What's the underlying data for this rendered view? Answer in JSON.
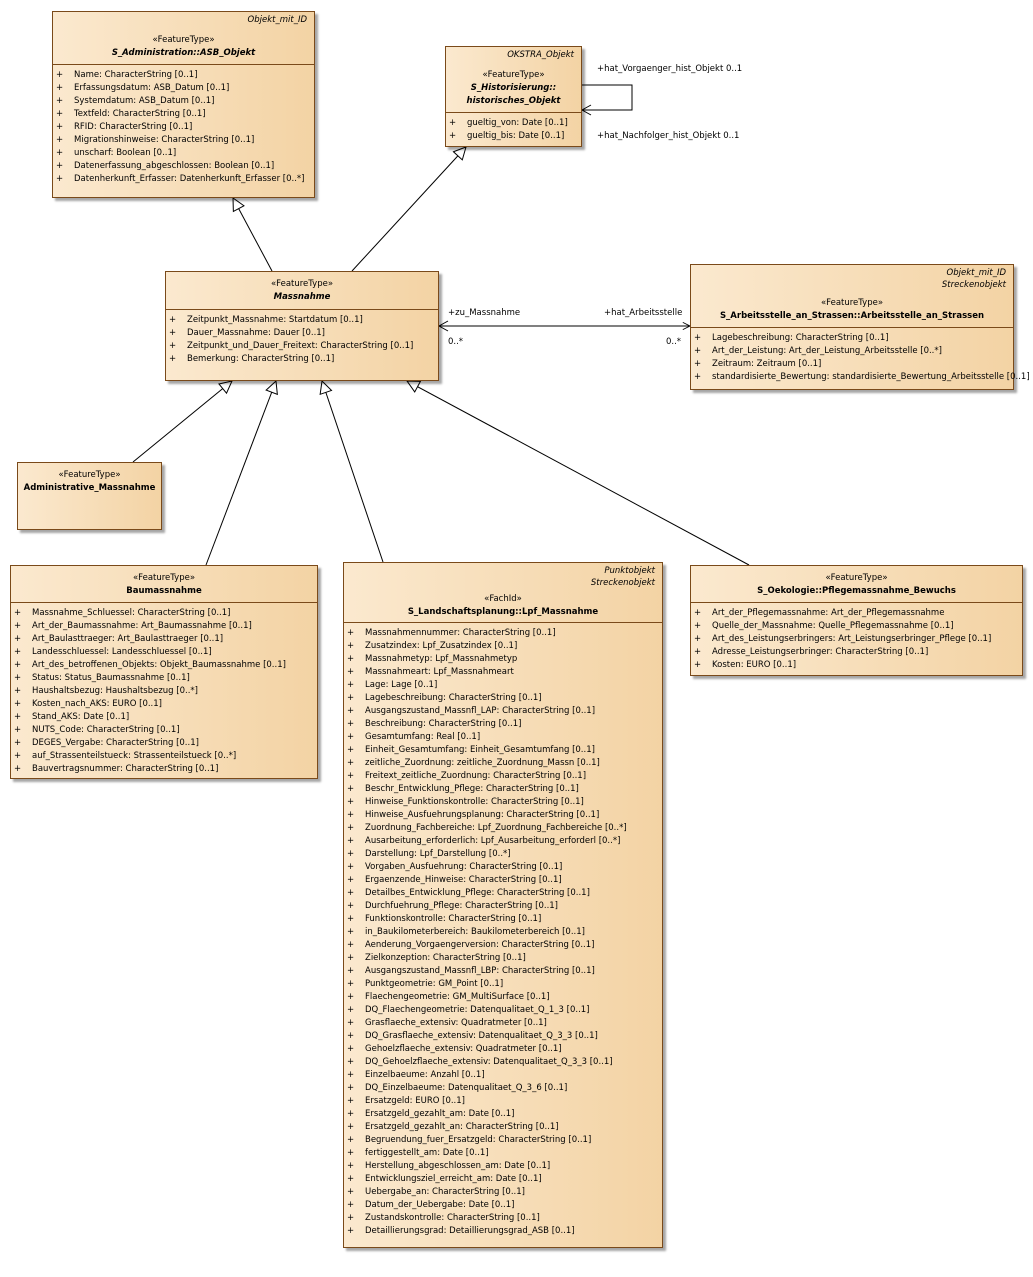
{
  "classes": [
    {
      "id": "asb_objekt",
      "tags": [
        "Objekt_mit_ID"
      ],
      "stereotype": "«FeatureType»",
      "name": "S_Administration::ASB_Objekt",
      "abstract": true,
      "attributes": [
        "Name: CharacterString [0..1]",
        "Erfassungsdatum: ASB_Datum [0..1]",
        "Systemdatum: ASB_Datum [0..1]",
        "Textfeld: CharacterString [0..1]",
        "RFID: CharacterString [0..1]",
        "Migrationshinweise: CharacterString [0..1]",
        "unscharf: Boolean [0..1]",
        "Datenerfassung_abgeschlossen: Boolean [0..1]",
        "Datenherkunft_Erfasser: Datenherkunft_Erfasser [0..*]"
      ]
    },
    {
      "id": "historisches_objekt",
      "tags": [
        "OKSTRA_Objekt"
      ],
      "stereotype": "«FeatureType»",
      "name": "S_Historisierung::\nhistorisches_Objekt",
      "abstract": true,
      "attributes": [
        "gueltig_von: Date [0..1]",
        "gueltig_bis: Date [0..1]"
      ]
    },
    {
      "id": "massnahme",
      "tags": [],
      "stereotype": "«FeatureType»",
      "name": "Massnahme",
      "abstract": true,
      "attributes": [
        "Zeitpunkt_Massnahme: Startdatum [0..1]",
        "Dauer_Massnahme: Dauer [0..1]",
        "Zeitpunkt_und_Dauer_Freitext: CharacterString [0..1]",
        "Bemerkung: CharacterString [0..1]"
      ]
    },
    {
      "id": "arbeitsstelle",
      "tags": [
        "Objekt_mit_ID",
        "Streckenobjekt"
      ],
      "stereotype": "«FeatureType»",
      "name": "S_Arbeitsstelle_an_Strassen::Arbeitsstelle_an_Strassen",
      "abstract": false,
      "attributes": [
        "Lagebeschreibung: CharacterString [0..1]",
        "Art_der_Leistung: Art_der_Leistung_Arbeitsstelle [0..*]",
        "Zeitraum: Zeitraum [0..1]",
        "standardisierte_Bewertung: standardisierte_Bewertung_Arbeitsstelle [0..1]"
      ]
    },
    {
      "id": "administrative_massnahme",
      "tags": [],
      "stereotype": "«FeatureType»",
      "name": "Administrative_Massnahme",
      "abstract": false,
      "attributes": []
    },
    {
      "id": "baumassnahme",
      "tags": [],
      "stereotype": "«FeatureType»",
      "name": "Baumassnahme",
      "abstract": false,
      "attributes": [
        "Massnahme_Schluessel: CharacterString [0..1]",
        "Art_der_Baumassnahme: Art_Baumassnahme [0..1]",
        "Art_Baulasttraeger: Art_Baulasttraeger [0..1]",
        "Landesschluessel: Landesschluessel [0..1]",
        "Art_des_betroffenen_Objekts: Objekt_Baumassnahme [0..1]",
        "Status: Status_Baumassnahme [0..1]",
        "Haushaltsbezug: Haushaltsbezug [0..*]",
        "Kosten_nach_AKS: EURO [0..1]",
        "Stand_AKS: Date [0..1]",
        "NUTS_Code: CharacterString [0..1]",
        "DEGES_Vergabe: CharacterString [0..1]",
        "auf_Strassenteilstueck: Strassenteilstueck [0..*]",
        "Bauvertragsnummer: CharacterString [0..1]"
      ]
    },
    {
      "id": "lpf_massnahme",
      "tags": [
        "Punktobjekt",
        "Streckenobjekt"
      ],
      "stereotype": "«FachId»",
      "name": "S_Landschaftsplanung::Lpf_Massnahme",
      "abstract": false,
      "attributes": [
        "Massnahmennummer: CharacterString [0..1]",
        "Zusatzindex: Lpf_Zusatzindex [0..1]",
        "Massnahmetyp: Lpf_Massnahmetyp",
        "Massnahmeart: Lpf_Massnahmeart",
        "Lage: Lage [0..1]",
        "Lagebeschreibung: CharacterString [0..1]",
        "Ausgangszustand_Massnfl_LAP: CharacterString [0..1]",
        "Beschreibung: CharacterString [0..1]",
        "Gesamtumfang: Real [0..1]",
        "Einheit_Gesamtumfang: Einheit_Gesamtumfang [0..1]",
        "zeitliche_Zuordnung: zeitliche_Zuordnung_Massn [0..1]",
        "Freitext_zeitliche_Zuordnung: CharacterString [0..1]",
        "Beschr_Entwicklung_Pflege: CharacterString [0..1]",
        "Hinweise_Funktionskontrolle: CharacterString [0..1]",
        "Hinweise_Ausfuehrungsplanung: CharacterString [0..1]",
        "Zuordnung_Fachbereiche: Lpf_Zuordnung_Fachbereiche [0..*]",
        "Ausarbeitung_erforderlich: Lpf_Ausarbeitung_erforderl [0..*]",
        "Darstellung: Lpf_Darstellung [0..*]",
        "Vorgaben_Ausfuehrung: CharacterString [0..1]",
        "Ergaenzende_Hinweise: CharacterString [0..1]",
        "Detailbes_Entwicklung_Pflege: CharacterString [0..1]",
        "Durchfuehrung_Pflege: CharacterString [0..1]",
        "Funktionskontrolle: CharacterString [0..1]",
        "in_Baukilometerbereich: Baukilometerbereich [0..1]",
        "Aenderung_Vorgaengerversion: CharacterString [0..1]",
        "Zielkonzeption: CharacterString [0..1]",
        "Ausgangszustand_Massnfl_LBP: CharacterString [0..1]",
        "Punktgeometrie: GM_Point [0..1]",
        "Flaechengeometrie: GM_MultiSurface [0..1]",
        "DQ_Flaechengeometrie: Datenqualitaet_Q_1_3 [0..1]",
        "Grasflaeche_extensiv: Quadratmeter [0..1]",
        "DQ_Grasflaeche_extensiv: Datenqualitaet_Q_3_3 [0..1]",
        "Gehoelzflaeche_extensiv: Quadratmeter [0..1]",
        "DQ_Gehoelzflaeche_extensiv: Datenqualitaet_Q_3_3 [0..1]",
        "Einzelbaeume: Anzahl [0..1]",
        "DQ_Einzelbaeume: Datenqualitaet_Q_3_6 [0..1]",
        "Ersatzgeld: EURO [0..1]",
        "Ersatzgeld_gezahlt_am: Date [0..1]",
        "Ersatzgeld_gezahlt_an: CharacterString [0..1]",
        "Begruendung_fuer_Ersatzgeld: CharacterString [0..1]",
        "fertiggestellt_am: Date [0..1]",
        "Herstellung_abgeschlossen_am: Date [0..1]",
        "Entwicklungsziel_erreicht_am: Date [0..1]",
        "Uebergabe_an: CharacterString [0..1]",
        "Datum_der_Uebergabe: Date [0..1]",
        "Zustandskontrolle: CharacterString [0..1]",
        "Detaillierungsgrad: Detaillierungsgrad_ASB [0..1]"
      ]
    },
    {
      "id": "pflegemassnahme",
      "tags": [],
      "stereotype": "«FeatureType»",
      "name": "S_Oekologie::Pflegemassnahme_Bewuchs",
      "abstract": false,
      "attributes": [
        "Art_der_Pflegemassnahme: Art_der_Pflegemassnahme",
        "Quelle_der_Massnahme: Quelle_Pflegemassnahme [0..1]",
        "Art_des_Leistungserbringers: Art_Leistungserbringer_Pflege [0..1]",
        "Adresse_Leistungserbringer: CharacterString [0..1]",
        "Kosten: EURO [0..1]"
      ]
    }
  ],
  "visibility_symbol": "+",
  "association": {
    "role_left": "+zu_Massnahme",
    "role_right": "+hat_Arbeitsstelle",
    "mult_left": "0..*",
    "mult_right": "0..*"
  },
  "self_association": {
    "role_top": "+hat_Vorgaenger_hist_Objekt 0..1",
    "role_bottom": "+hat_Nachfolger_hist_Objekt 0..1"
  },
  "colors": {
    "border": "#7a4a1a",
    "fill_light": "#fbe9cf",
    "fill_dark": "#f3d3a4",
    "line": "#000000"
  }
}
